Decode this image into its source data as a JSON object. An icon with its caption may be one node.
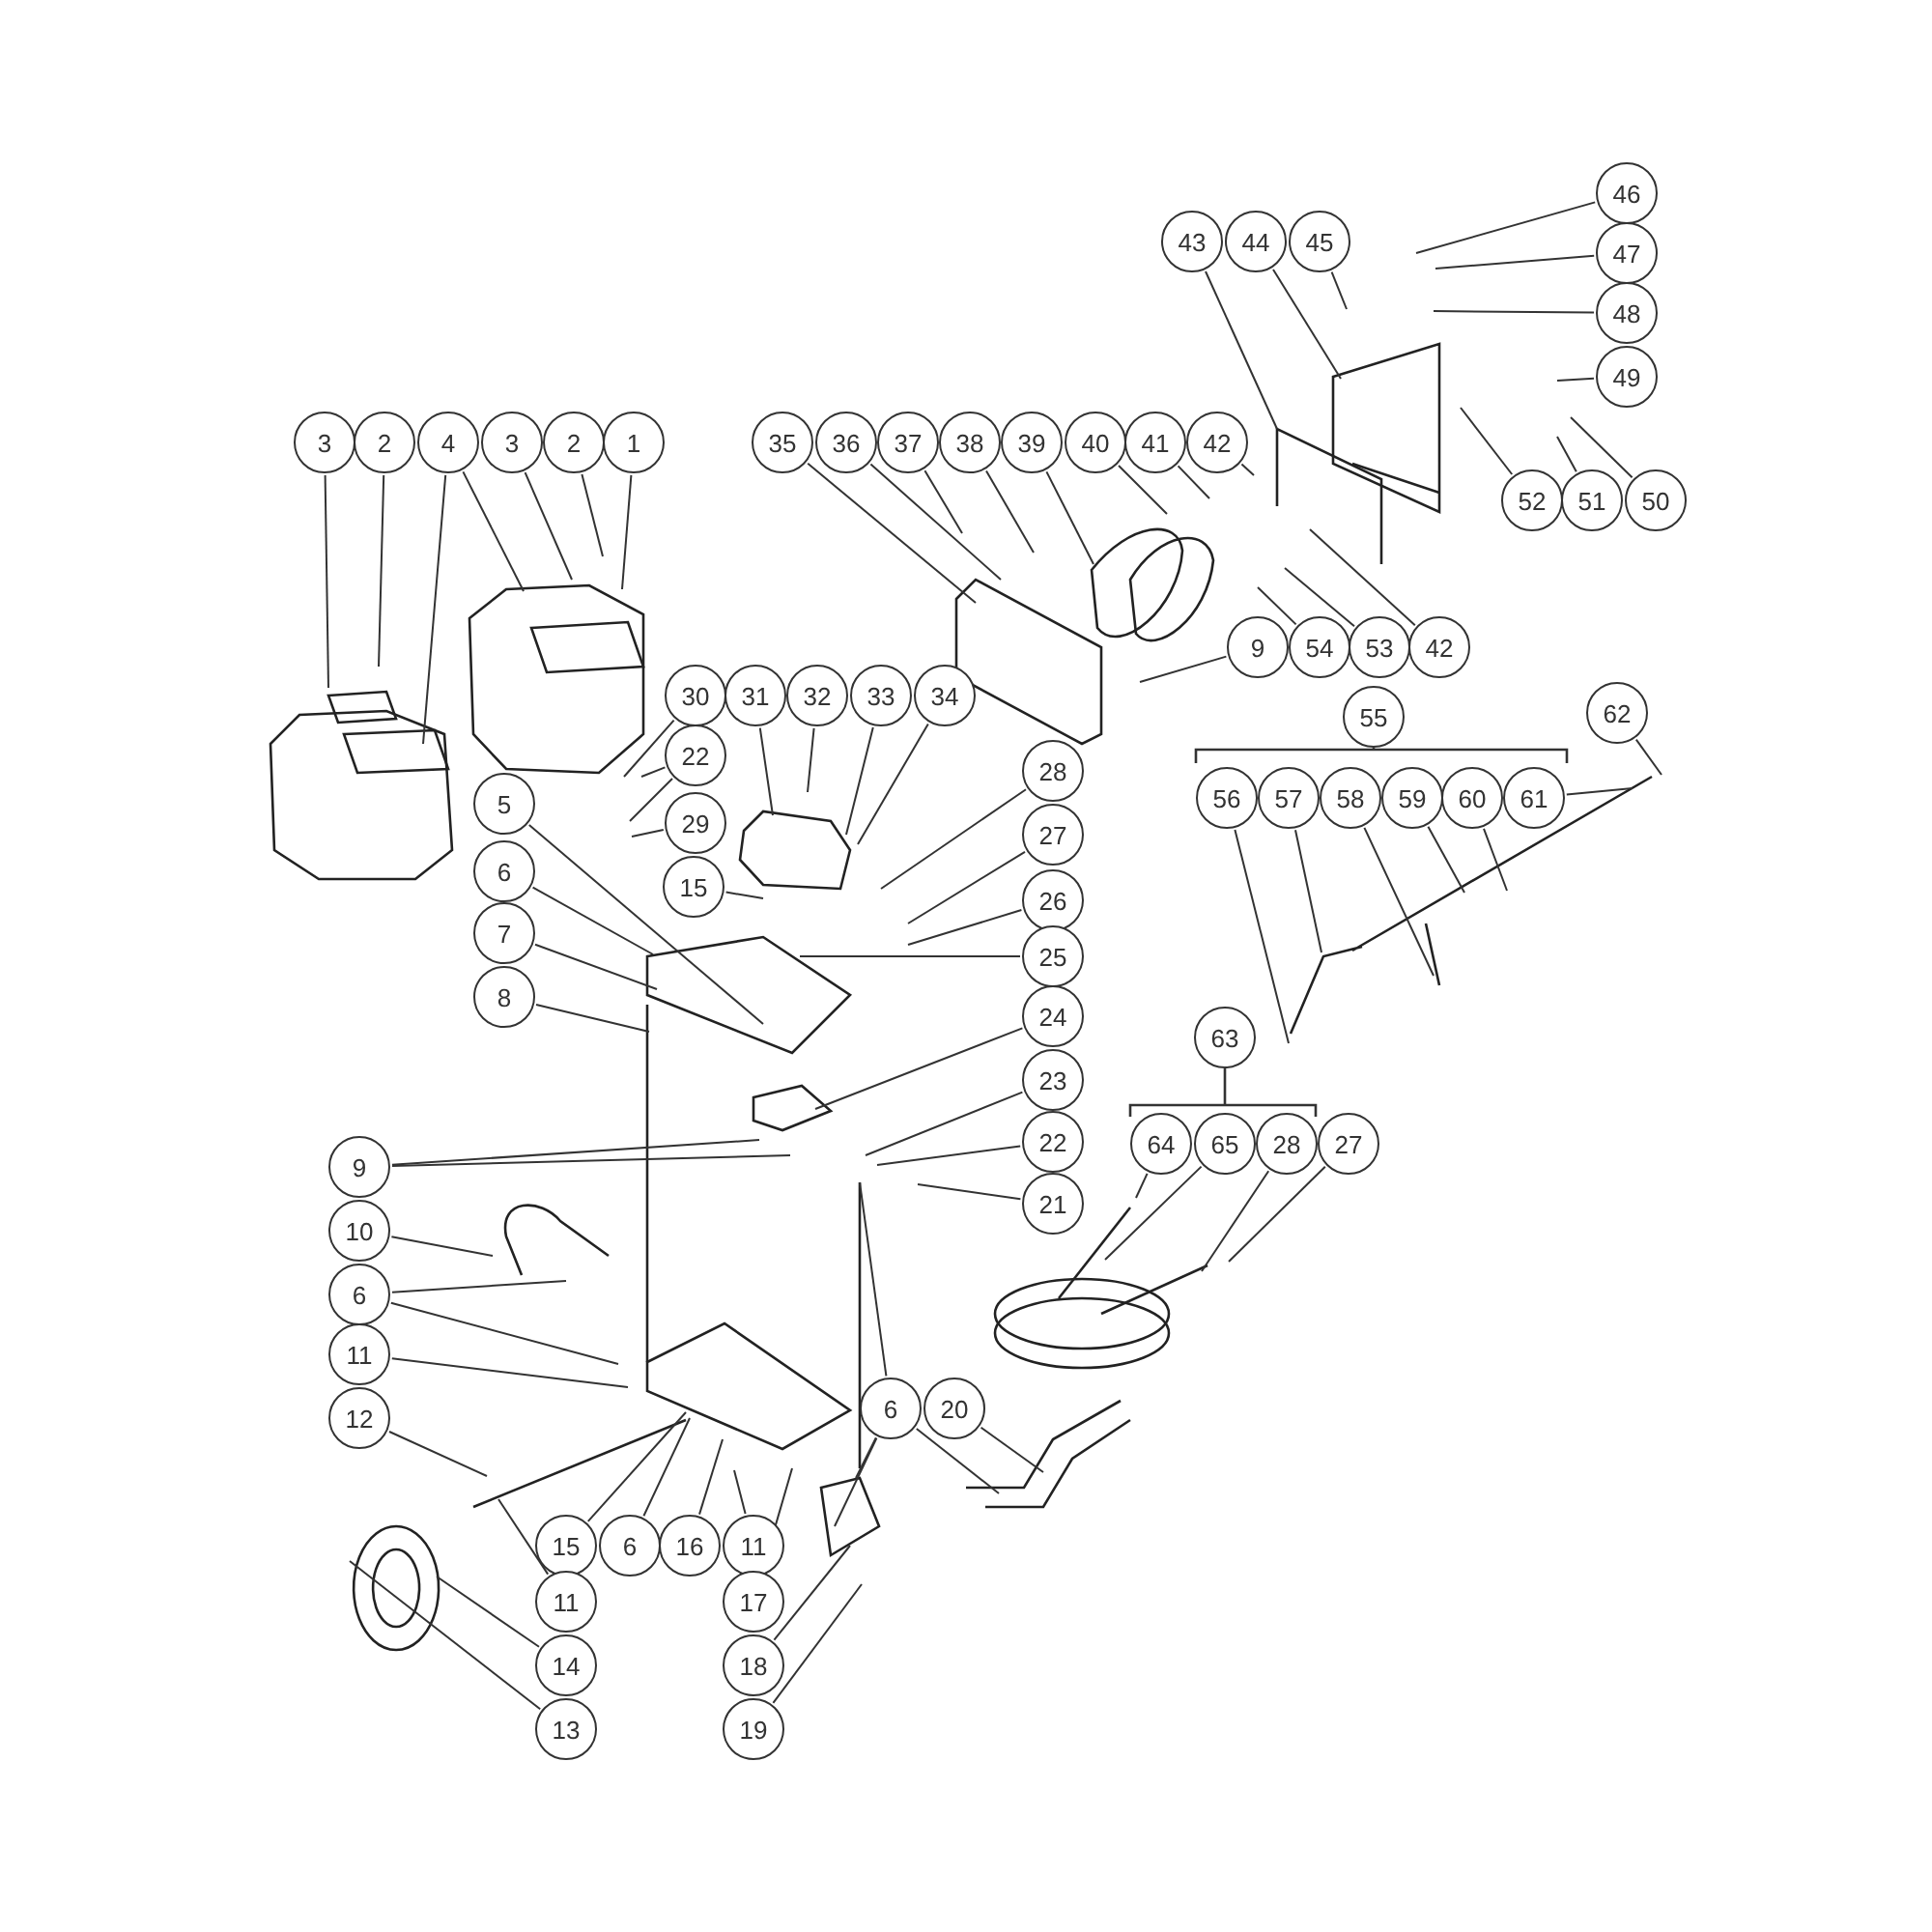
{
  "diagram": {
    "nodes": [
      {
        "text": [
          "46"
        ]
      },
      {
        "text": [
          "43"
        ]
      },
      {
        "text": [
          "44"
        ]
      },
      {
        "text": [
          "45"
        ]
      },
      {
        "text": [
          "47"
        ]
      },
      {
        "text": [
          "48"
        ]
      },
      {
        "text": [
          "49"
        ]
      },
      {
        "text": [
          "3"
        ]
      },
      {
        "text": [
          "2"
        ]
      },
      {
        "text": [
          "4"
        ]
      },
      {
        "text": [
          "3"
        ]
      },
      {
        "text": [
          "2"
        ]
      },
      {
        "text": [
          "1"
        ]
      },
      {
        "text": [
          "35"
        ]
      },
      {
        "text": [
          "36"
        ]
      },
      {
        "text": [
          "37"
        ]
      },
      {
        "text": [
          "38"
        ]
      },
      {
        "text": [
          "39"
        ]
      },
      {
        "text": [
          "40"
        ]
      },
      {
        "text": [
          "41"
        ]
      },
      {
        "text": [
          "42"
        ]
      },
      {
        "text": [
          "52"
        ]
      },
      {
        "text": [
          "51"
        ]
      },
      {
        "text": [
          "50"
        ]
      },
      {
        "text": [
          "9"
        ]
      },
      {
        "text": [
          "54"
        ]
      },
      {
        "text": [
          "53"
        ]
      },
      {
        "text": [
          "42"
        ]
      },
      {
        "text": [
          "30"
        ]
      },
      {
        "text": [
          "31"
        ]
      },
      {
        "text": [
          "32"
        ]
      },
      {
        "text": [
          "33"
        ]
      },
      {
        "text": [
          "34"
        ]
      },
      {
        "text": [
          "55"
        ]
      },
      {
        "text": [
          "62"
        ]
      },
      {
        "text": [
          "22"
        ]
      },
      {
        "text": [
          "28"
        ]
      },
      {
        "text": [
          "56"
        ]
      },
      {
        "text": [
          "57"
        ]
      },
      {
        "text": [
          "58"
        ]
      },
      {
        "text": [
          "59"
        ]
      },
      {
        "text": [
          "60"
        ]
      },
      {
        "text": [
          "61"
        ]
      },
      {
        "text": [
          "5"
        ]
      },
      {
        "text": [
          "29"
        ]
      },
      {
        "text": [
          "27"
        ]
      },
      {
        "text": [
          "6"
        ]
      },
      {
        "text": [
          "15"
        ]
      },
      {
        "text": [
          "26"
        ]
      },
      {
        "text": [
          "7"
        ]
      },
      {
        "text": [
          "25"
        ]
      },
      {
        "text": [
          "8"
        ]
      },
      {
        "text": [
          "24"
        ]
      },
      {
        "text": [
          "63"
        ]
      },
      {
        "text": [
          "23"
        ]
      },
      {
        "text": [
          "22"
        ]
      },
      {
        "text": [
          "9"
        ]
      },
      {
        "text": [
          "64"
        ]
      },
      {
        "text": [
          "65"
        ]
      },
      {
        "text": [
          "28"
        ]
      },
      {
        "text": [
          "27"
        ]
      },
      {
        "text": [
          "21"
        ]
      },
      {
        "text": [
          "10"
        ]
      },
      {
        "text": [
          "6"
        ]
      },
      {
        "text": [
          "11"
        ]
      },
      {
        "text": [
          "12"
        ]
      },
      {
        "text": [
          "6"
        ]
      },
      {
        "text": [
          "20"
        ]
      },
      {
        "text": [
          "15"
        ]
      },
      {
        "text": [
          "6"
        ]
      },
      {
        "text": [
          "16"
        ]
      },
      {
        "text": [
          "11"
        ]
      },
      {
        "text": [
          "11"
        ]
      },
      {
        "text": [
          "17"
        ]
      },
      {
        "text": [
          "14"
        ]
      },
      {
        "text": [
          "18"
        ]
      },
      {
        "text": [
          "13"
        ]
      },
      {
        "text": [
          "19"
        ]
      }
    ],
    "edges": [
      {
        "from": 0,
        "to": null,
        "arrow": "none"
      },
      {
        "from": 1,
        "to": null,
        "arrow": "none"
      },
      {
        "from": 2,
        "to": null,
        "arrow": "none"
      },
      {
        "from": 3,
        "to": null,
        "arrow": "none"
      },
      {
        "from": 4,
        "to": null,
        "arrow": "none"
      },
      {
        "from": 5,
        "to": null,
        "arrow": "none"
      },
      {
        "from": 6,
        "to": null,
        "arrow": "none"
      },
      {
        "from": 7,
        "to": null,
        "arrow": "none"
      },
      {
        "from": 8,
        "to": null,
        "arrow": "none"
      },
      {
        "from": 9,
        "to": null,
        "arrow": "none"
      },
      {
        "from": 9,
        "to": null,
        "arrow": "none"
      },
      {
        "from": 10,
        "to": null,
        "arrow": "none"
      },
      {
        "from": 11,
        "to": null,
        "arrow": "none"
      },
      {
        "from": 12,
        "to": null,
        "arrow": "none"
      },
      {
        "from": 13,
        "to": null,
        "arrow": "none"
      },
      {
        "from": 14,
        "to": null,
        "arrow": "none"
      },
      {
        "from": 15,
        "to": null,
        "arrow": "none"
      },
      {
        "from": 16,
        "to": null,
        "arrow": "none"
      },
      {
        "from": 17,
        "to": null,
        "arrow": "none"
      },
      {
        "from": 18,
        "to": null,
        "arrow": "none"
      },
      {
        "from": 19,
        "to": null,
        "arrow": "none"
      },
      {
        "from": 20,
        "to": null,
        "arrow": "none"
      },
      {
        "from": 21,
        "to": null,
        "arrow": "none"
      },
      {
        "from": 22,
        "to": null,
        "arrow": "none"
      },
      {
        "from": 23,
        "to": null,
        "arrow": "none"
      },
      {
        "from": 24,
        "to": null,
        "arrow": "none"
      },
      {
        "from": 25,
        "to": null,
        "arrow": "none"
      },
      {
        "from": 26,
        "to": null,
        "arrow": "none"
      },
      {
        "from": 27,
        "to": null,
        "arrow": "none"
      },
      {
        "from": 28,
        "to": null,
        "arrow": "none"
      },
      {
        "from": 29,
        "to": null,
        "arrow": "none"
      },
      {
        "from": 30,
        "to": null,
        "arrow": "none"
      },
      {
        "from": 31,
        "to": null,
        "arrow": "none"
      },
      {
        "from": 32,
        "to": null,
        "arrow": "none"
      },
      {
        "from": 34,
        "to": null,
        "arrow": "none"
      },
      {
        "from": 35,
        "to": null,
        "arrow": "none"
      },
      {
        "from": 35,
        "to": null,
        "arrow": "none"
      },
      {
        "from": 36,
        "to": null,
        "arrow": "none"
      },
      {
        "from": 37,
        "to": null,
        "arrow": "none"
      },
      {
        "from": 38,
        "to": null,
        "arrow": "none"
      },
      {
        "from": 39,
        "to": null,
        "arrow": "none"
      },
      {
        "from": 40,
        "to": null,
        "arrow": "none"
      },
      {
        "from": 41,
        "to": null,
        "arrow": "none"
      },
      {
        "from": 42,
        "to": null,
        "arrow": "none"
      },
      {
        "from": 43,
        "to": null,
        "arrow": "none"
      },
      {
        "from": 44,
        "to": null,
        "arrow": "none"
      },
      {
        "from": 45,
        "to": null,
        "arrow": "none"
      },
      {
        "from": 46,
        "to": null,
        "arrow": "none"
      },
      {
        "from": 47,
        "to": null,
        "arrow": "none"
      },
      {
        "from": 48,
        "to": null,
        "arrow": "none"
      },
      {
        "from": 49,
        "to": null,
        "arrow": "none"
      },
      {
        "from": 50,
        "to": null,
        "arrow": "none"
      },
      {
        "from": 51,
        "to": null,
        "arrow": "none"
      },
      {
        "from": 52,
        "to": null,
        "arrow": "none"
      },
      {
        "from": 54,
        "to": null,
        "arrow": "none"
      },
      {
        "from": 55,
        "to": null,
        "arrow": "none"
      },
      {
        "from": 56,
        "to": null,
        "arrow": "none"
      },
      {
        "from": 56,
        "to": null,
        "arrow": "none"
      },
      {
        "from": 57,
        "to": null,
        "arrow": "none"
      },
      {
        "from": 58,
        "to": null,
        "arrow": "none"
      },
      {
        "from": 59,
        "to": null,
        "arrow": "none"
      },
      {
        "from": 60,
        "to": null,
        "arrow": "none"
      },
      {
        "from": 61,
        "to": null,
        "arrow": "none"
      },
      {
        "from": 62,
        "to": null,
        "arrow": "none"
      },
      {
        "from": 63,
        "to": null,
        "arrow": "none"
      },
      {
        "from": 63,
        "to": null,
        "arrow": "none"
      },
      {
        "from": 64,
        "to": null,
        "arrow": "none"
      },
      {
        "from": 65,
        "to": null,
        "arrow": "none"
      },
      {
        "from": 66,
        "to": null,
        "arrow": "none"
      },
      {
        "from": 66,
        "to": null,
        "arrow": "none"
      },
      {
        "from": 66,
        "to": null,
        "arrow": "none"
      },
      {
        "from": 66,
        "to": null,
        "arrow": "none"
      },
      {
        "from": 67,
        "to": null,
        "arrow": "none"
      },
      {
        "from": 68,
        "to": null,
        "arrow": "none"
      },
      {
        "from": 69,
        "to": null,
        "arrow": "none"
      },
      {
        "from": 70,
        "to": null,
        "arrow": "none"
      },
      {
        "from": 71,
        "to": null,
        "arrow": "none"
      },
      {
        "from": 72,
        "to": null,
        "arrow": "none"
      },
      {
        "from": 73,
        "to": null,
        "arrow": "none"
      },
      {
        "from": 74,
        "to": null,
        "arrow": "none"
      },
      {
        "from": 75,
        "to": null,
        "arrow": "none"
      },
      {
        "from": 76,
        "to": null,
        "arrow": "none"
      },
      {
        "from": 77,
        "to": null,
        "arrow": "none"
      }
    ]
  }
}
